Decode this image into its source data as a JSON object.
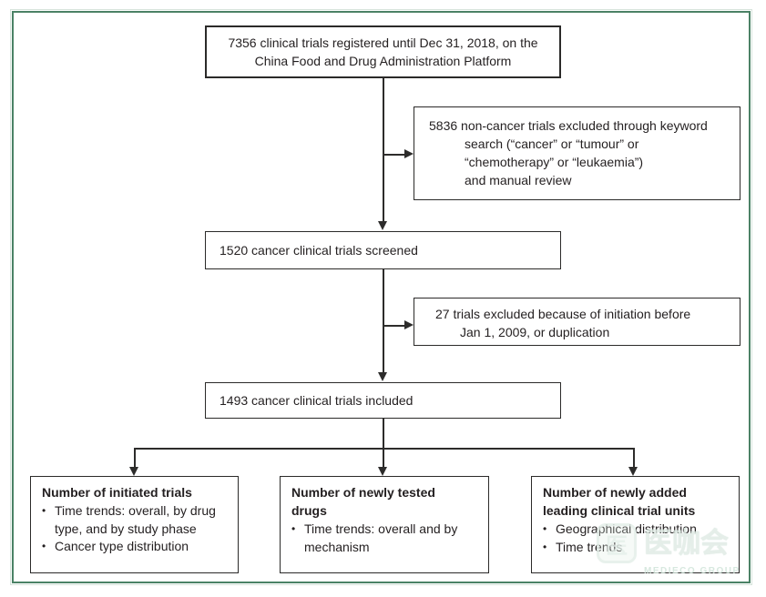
{
  "flowchart": {
    "top_box": "7356 clinical trials registered until Dec 31, 2018, on the\nChina Food and Drug Administration Platform",
    "exclusion1": "5836 non-cancer trials excluded through keyword\nsearch (“cancer” or “tumour” or\n“chemotherapy” or “leukaemia”)\nand manual review",
    "screened_box": "1520 cancer clinical trials screened",
    "exclusion2": "27 trials excluded because of initiation before\nJan 1, 2009, or duplication",
    "included_box": "1493 cancer clinical trials included",
    "outcome_boxes": [
      {
        "title": "Number of initiated trials",
        "bullets": [
          "Time trends: overall, by drug type, and by study phase",
          "Cancer type distribution"
        ]
      },
      {
        "title": "Number of newly tested\ndrugs",
        "bullets": [
          "Time trends: overall and by mechanism"
        ]
      },
      {
        "title": "Number of newly added\nleading clinical trial units",
        "bullets": [
          "Geographical distribution",
          "Time trends"
        ]
      }
    ]
  },
  "watermark": {
    "logo_glyph": "医",
    "brand": "医咖会",
    "subtext": "MEDIECO GROUP"
  },
  "colors": {
    "frame_green": "#4b8266",
    "box_border": "#2b2a29",
    "text": "#231f20",
    "connector_line": "#2d2c2b",
    "watermark_green": "#cfe3d8"
  }
}
